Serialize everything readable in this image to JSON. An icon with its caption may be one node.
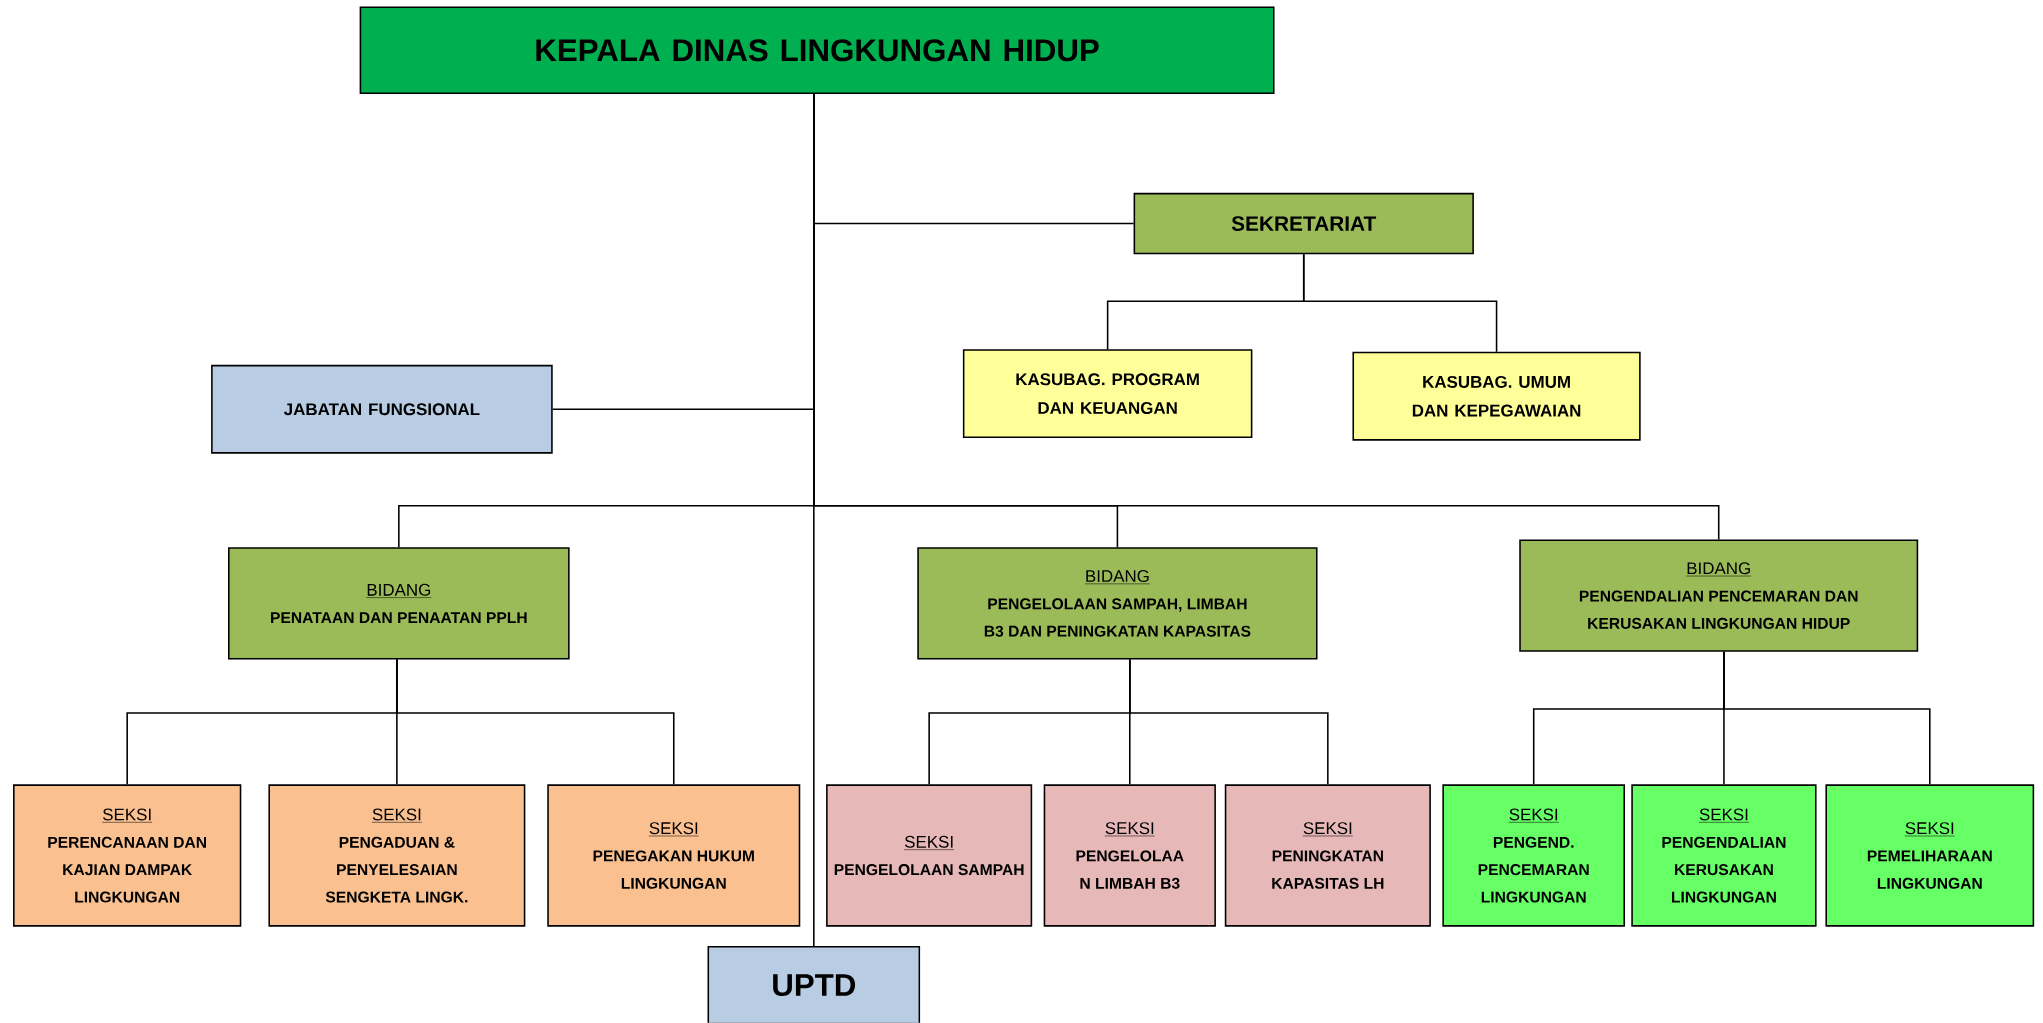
{
  "diagram": {
    "nodes": [
      {
        "text": [
          "KEPALA DINAS LINGKUNGAN HIDUP"
        ]
      },
      {
        "text": [
          "SEKRETARIAT"
        ]
      },
      {
        "text": [
          "KASUBAG. PROGRAM DAN KEUANGAN"
        ]
      },
      {
        "text": [
          "KASUBAG. UMUM DAN KEPEGAWAIAN"
        ]
      },
      {
        "text": [
          "JABATAN FUNGSIONAL"
        ]
      },
      {
        "text": [
          "BIDANG",
          "PENATAAN DAN PENAATAN PPLH"
        ]
      },
      {
        "text": [
          "BIDANG",
          "PENGELOLAAN SAMPAH, LIMBAH B3 DAN PENINGKATAN KAPASITAS"
        ]
      },
      {
        "text": [
          "BIDANG",
          "PENGENDALIAN PENCEMARAN DAN KERUSAKAN LINGKUNGAN HIDUP"
        ]
      },
      {
        "text": [
          "SEKSI",
          "PERENCANAAN DAN KAJIAN DAMPAK LINGKUNGAN"
        ]
      },
      {
        "text": [
          "SEKSI",
          "PENGADUAN & PENYELESAIAN SENGKETA LINGK."
        ]
      },
      {
        "text": [
          "SEKSI",
          "PENEGAKAN HUKUM LINGKUNGAN"
        ]
      },
      {
        "text": [
          "SEKSI",
          "PENGELOLAAN SAMPAH"
        ]
      },
      {
        "text": [
          "SEKSI",
          "PENGELOLAA N LIMBAH B3"
        ]
      },
      {
        "text": [
          "SEKSI",
          "PENINGKATAN KAPASITAS LH"
        ]
      },
      {
        "text": [
          "SEKSI",
          "PENGEND. PENCEMARAN LINGKUNGAN"
        ]
      },
      {
        "text": [
          "SEKSI",
          "PENGENDALIAN KERUSAKAN LINGKUNGAN"
        ]
      },
      {
        "text": [
          "SEKSI",
          "PEMELIHARAAN LINGKUNGAN"
        ]
      },
      {
        "text": [
          "UPTD"
        ]
      }
    ],
    "edges": [
      {
        "from": 0,
        "to": 1,
        "arrow": "none"
      },
      {
        "from": 1,
        "to": 2,
        "arrow": "none"
      },
      {
        "from": 1,
        "to": 3,
        "arrow": "none"
      },
      {
        "from": 0,
        "to": 4,
        "arrow": "none"
      },
      {
        "from": 0,
        "to": 5,
        "arrow": "none"
      },
      {
        "from": 0,
        "to": 6,
        "arrow": "none"
      },
      {
        "from": 0,
        "to": 7,
        "arrow": "none"
      },
      {
        "from": 5,
        "to": 8,
        "arrow": "none"
      },
      {
        "from": 5,
        "to": 9,
        "arrow": "none"
      },
      {
        "from": 5,
        "to": 10,
        "arrow": "none"
      },
      {
        "from": 6,
        "to": 11,
        "arrow": "none"
      },
      {
        "from": 6,
        "to": 12,
        "arrow": "none"
      },
      {
        "from": 6,
        "to": 13,
        "arrow": "none"
      },
      {
        "from": 7,
        "to": 14,
        "arrow": "none"
      },
      {
        "from": 7,
        "to": 15,
        "arrow": "none"
      },
      {
        "from": 7,
        "to": 16,
        "arrow": "none"
      },
      {
        "from": 0,
        "to": 17,
        "arrow": "none"
      }
    ]
  }
}
